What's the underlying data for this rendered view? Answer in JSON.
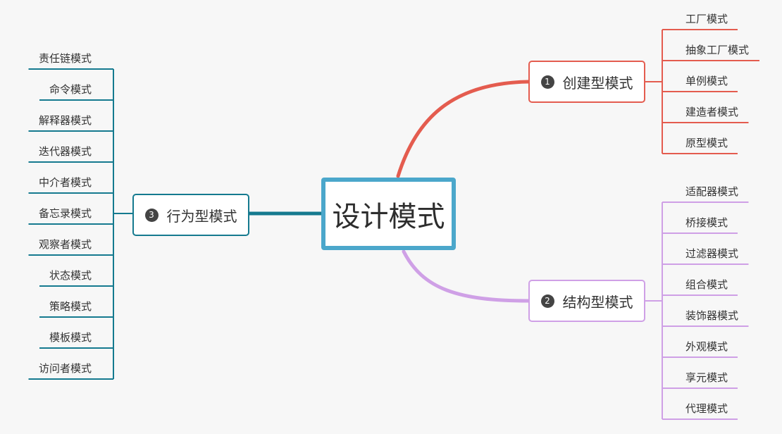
{
  "central": {
    "label": "设计模式"
  },
  "branches": [
    {
      "number": "1",
      "label": "创建型模式",
      "color": "#e45c4f",
      "items": [
        "工厂模式",
        "抽象工厂模式",
        "单例模式",
        "建造者模式",
        "原型模式"
      ]
    },
    {
      "number": "2",
      "label": "结构型模式",
      "color": "#cfa0e6",
      "items": [
        "适配器模式",
        "桥接模式",
        "过滤器模式",
        "组合模式",
        "装饰器模式",
        "外观模式",
        "享元模式",
        "代理模式"
      ]
    },
    {
      "number": "3",
      "label": "行为型模式",
      "color": "#157a8f",
      "items": [
        "责任链模式",
        "命令模式",
        "解释器模式",
        "迭代器模式",
        "中介者模式",
        "备忘录模式",
        "观察者模式",
        "状态模式",
        "策略模式",
        "模板模式",
        "访问者模式"
      ]
    }
  ]
}
